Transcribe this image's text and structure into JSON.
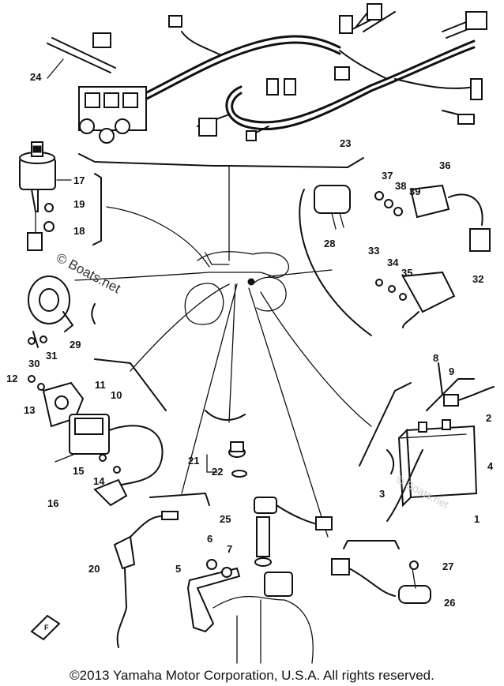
{
  "watermark": {
    "brand": "© Boats.net",
    "faint": "© Boats.net"
  },
  "callouts": {
    "c1": "1",
    "c2": "2",
    "c3": "3",
    "c4": "4",
    "c5": "5",
    "c6": "6",
    "c7": "7",
    "c8": "8",
    "c9": "9",
    "c10": "10",
    "c11": "11",
    "c12": "12",
    "c13": "13",
    "c14": "14",
    "c15": "15",
    "c16": "16",
    "c17": "17",
    "c18": "18",
    "c19": "19",
    "c20": "20",
    "c21": "21",
    "c22": "22",
    "c23": "23",
    "c24": "24",
    "c25": "25",
    "c26": "26",
    "c27": "27",
    "c28": "28",
    "c29": "29",
    "c30": "30",
    "c31": "31",
    "c32": "32",
    "c33": "33",
    "c34": "34",
    "c35": "35",
    "c36": "36",
    "c37": "37",
    "c38": "38",
    "c39": "39"
  },
  "copyright": "©2013 Yamaha Motor Corporation, U.S.A. All rights reserved."
}
